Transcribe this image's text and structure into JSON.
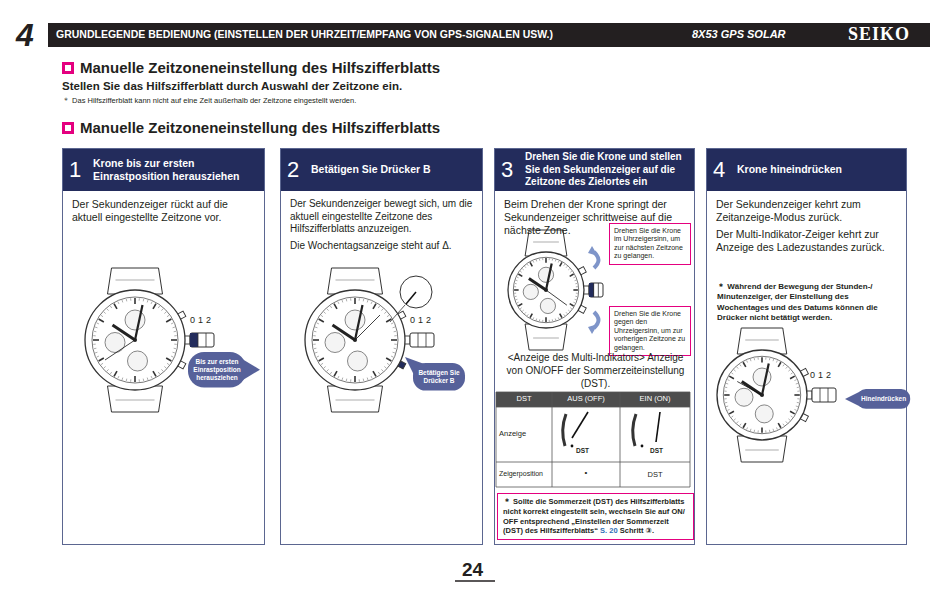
{
  "diagram": {
    "title": "Manuelle Zeitzoneneinstellung des Hilfszifferblatts",
    "nodes": [
      {
        "text": [
          "GRUNDLEGENDE BEDIENUNG (EINSTELLEN DER UHRZEIT/EMPFANG VON GPS-SIGNALEN USW.)",
          "8X53 GPS SOLAR",
          "SEIKO"
        ]
      },
      {
        "text": [
          "1",
          "Krone bis zur ersten Einrastposition herausziehen",
          "Der Sekundenzeiger rückt auf die aktuell eingestellte Zeitzone vor."
        ]
      },
      {
        "text": [
          "Bis zur ersten Einrastposition herausziehen"
        ],
        "in": 1
      },
      {
        "text": [
          "2",
          "Betätigen Sie Drücker B",
          "Der Sekundenzeiger bewegt sich, um die aktuell eingestellte Zeitzone des Hilfszifferblatts anzuzeigen.",
          "Die Wochentagsanzeige steht auf Δ."
        ]
      },
      {
        "text": [
          "Betätigen Sie Drücker B"
        ],
        "in": 3
      },
      {
        "text": [
          "3",
          "Drehen Sie die Krone und stellen Sie den Sekundenzeiger auf die Zeitzone des Zielortes ein",
          "Beim Drehen der Krone springt der Sekundenzeiger schrittweise auf die nächste Zone.",
          "<Anzeige des Multi-Indikators> Anzeige von ON/OFF der Sommerzeiteinstellung (DST)."
        ]
      },
      {
        "text": [
          "Drehen Sie die Krone im Uhrzeigersinn, um zur nächsten Zeitzone zu gelangen."
        ],
        "in": 5
      },
      {
        "text": [
          "Drehen Sie die Krone gegen den Uhrzeigersinn, um zur vorherigen Zeitzone zu gelangen."
        ],
        "in": 5
      },
      {
        "text": [
          "＊ Sollte die Sommerzeit (DST) des Hilfszifferblatts nicht korrekt eingestellt sein, wechseln Sie auf ON/ OFF entsprechend „Einstellen der Sommerzeit (DST) des Hilfszifferblatts“",
          "S. 20",
          "Schritt ③."
        ],
        "in": 5
      },
      {
        "text": [
          "4",
          "Krone hineindrücken",
          "Der Sekundenzeiger kehrt zum Zeitanzeige-Modus zurück.",
          "Der Multi-Indikator-Zeiger kehrt zur Anzeige des Ladezustandes zurück.",
          "＊ Während der Bewegung der Stunden-/ Minutenzeiger, der Einstellung des Wochentages und des Datums können die Drücker nicht betätigt werden."
        ]
      },
      {
        "text": [
          "Hineindrücken"
        ],
        "in": 9
      }
    ],
    "labels": [
      "4",
      "Stellen Sie das Hilfszifferblatt durch Auswahl der Zeitzone ein.",
      "＊ Das Hilfszifferblatt kann nicht auf eine Zeit außerhalb der Zeitzone eingestellt werden.",
      "Manuelle Zeitzoneneinstellung des Hilfszifferblatts",
      "0",
      "1",
      "2",
      "0",
      "1",
      "2",
      "DST",
      "AUS (OFF)",
      "EIN (ON)",
      "Anzeige",
      "DST",
      "DST",
      "Zeigerposition",
      "•",
      "DST",
      "0",
      "1",
      "2",
      "24"
    ]
  }
}
